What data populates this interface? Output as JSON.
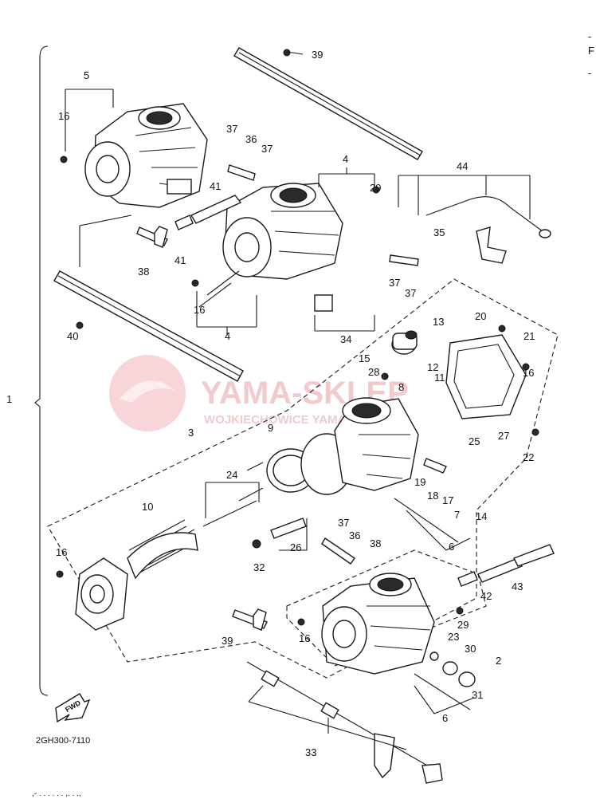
{
  "drawing_code": "2GH300-7110",
  "watermark": {
    "brand": "YAMA-SKLEP",
    "sub": "WOJKIECHOWICE YAMAHA"
  },
  "fwd_label": "FWD",
  "corner_marks": {
    "top": "-",
    "mid": "F",
    "bottom": "-"
  },
  "bottom_scribble": ",- . . . . . . ,. . .,",
  "callouts": [
    "1",
    "2",
    "3",
    "4",
    "4",
    "5",
    "6",
    "6",
    "7",
    "8",
    "9",
    "10",
    "11",
    "12",
    "13",
    "14",
    "15",
    "16",
    "16",
    "16",
    "16",
    "16",
    "17",
    "18",
    "19",
    "20",
    "21",
    "22",
    "23",
    "24",
    "25",
    "26",
    "27",
    "28",
    "29",
    "29",
    "30",
    "31",
    "32",
    "33",
    "34",
    "35",
    "36",
    "36",
    "37",
    "37",
    "37",
    "37",
    "37",
    "38",
    "38",
    "39",
    "39",
    "40",
    "41",
    "41",
    "42",
    "43",
    "44"
  ]
}
